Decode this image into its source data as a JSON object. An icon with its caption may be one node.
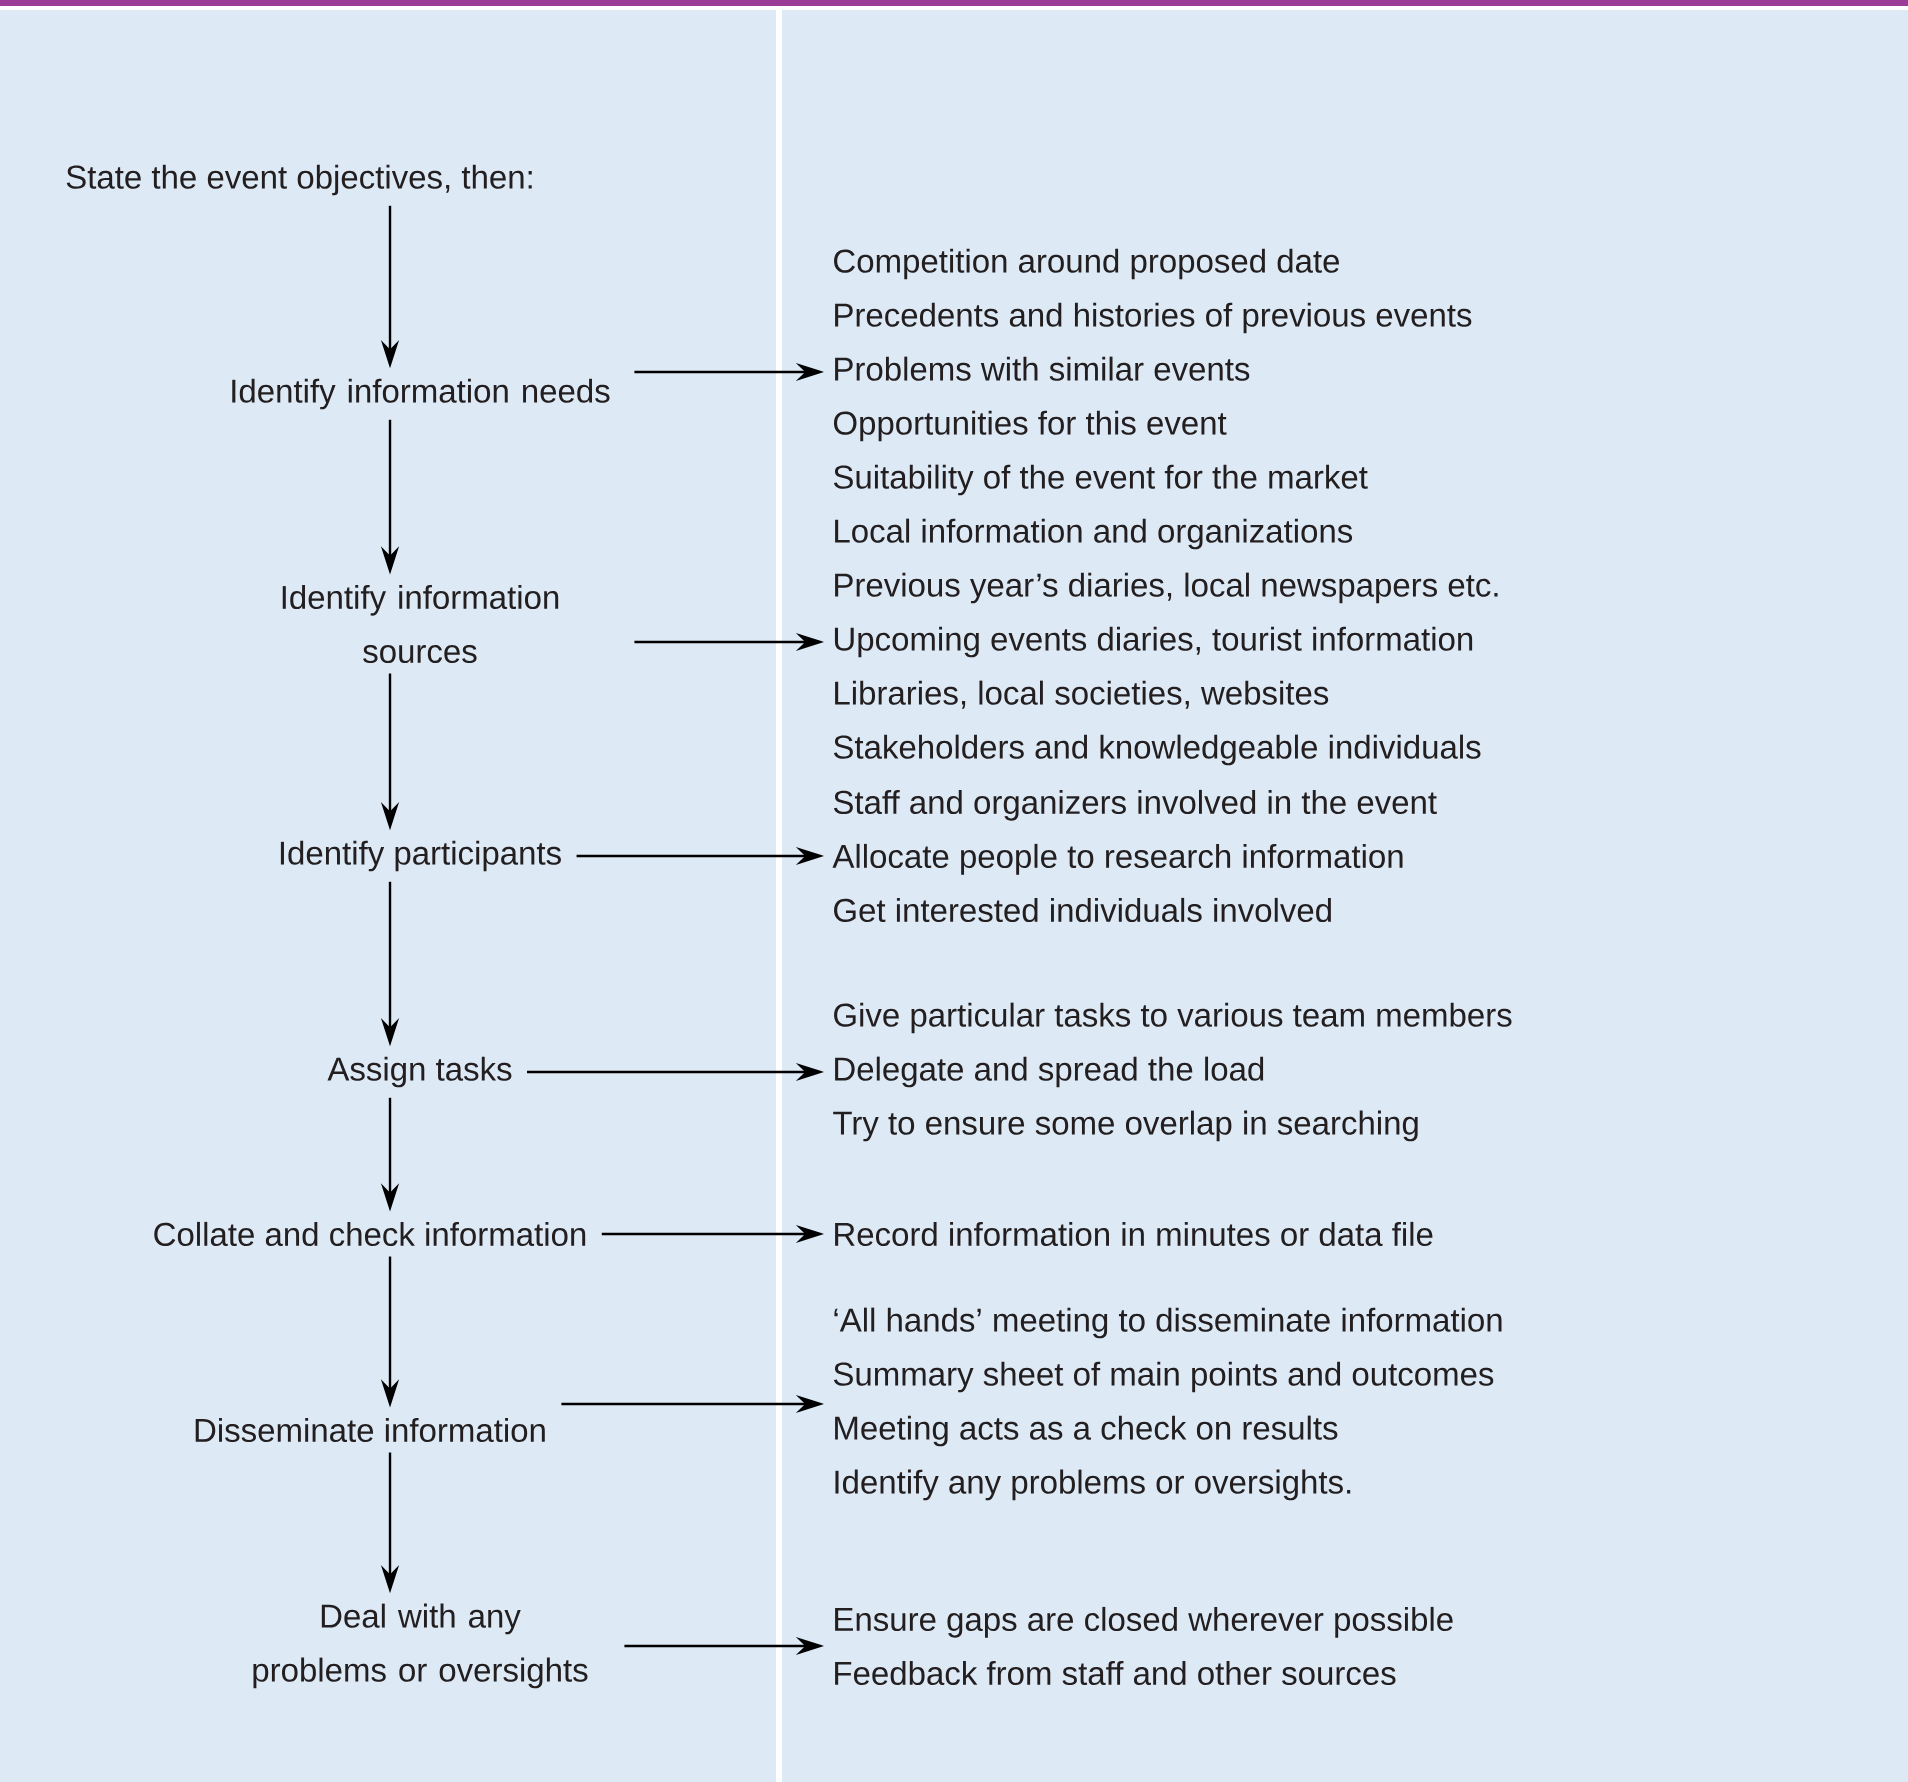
{
  "diagram": {
    "nodes": [
      {
        "text": [
          "State the event objectives, then:"
        ]
      },
      {
        "text": [
          "Identify information needs"
        ]
      },
      {
        "text": [
          "Competition around proposed date",
          "Precedents and histories of previous events",
          "Problems with similar events",
          "Opportunities for this event",
          "Suitability of the event for the market"
        ]
      },
      {
        "text": [
          "Identify information sources"
        ]
      },
      {
        "text": [
          "Local information and organizations",
          "Previous year’s diaries, local newspapers etc.",
          "Upcoming events diaries, tourist information",
          "Libraries, local societies, websites",
          "Stakeholders and knowledgeable individuals"
        ]
      },
      {
        "text": [
          "Identify participants"
        ]
      },
      {
        "text": [
          "Staff and organizers involved in the event",
          "Allocate people to research information",
          "Get interested individuals involved"
        ]
      },
      {
        "text": [
          "Assign tasks"
        ]
      },
      {
        "text": [
          "Give particular tasks to various team members",
          "Delegate and spread the load",
          "Try to ensure some overlap in searching"
        ]
      },
      {
        "text": [
          "Collate and check information"
        ]
      },
      {
        "text": [
          "Record information in minutes or data file"
        ]
      },
      {
        "text": [
          "Disseminate information"
        ]
      },
      {
        "text": [
          "‘All hands’ meeting to disseminate information",
          "Summary sheet of main points and outcomes",
          "Meeting acts as a check on results",
          "Identify any problems or oversights."
        ]
      },
      {
        "text": [
          "Deal with any problems or oversights"
        ]
      },
      {
        "text": [
          "Ensure gaps are closed wherever possible",
          "Feedback from staff and other sources"
        ]
      }
    ],
    "edges": [
      {
        "from": 0,
        "to": 1,
        "arrow": "to"
      },
      {
        "from": 1,
        "to": 3,
        "arrow": "to"
      },
      {
        "from": 3,
        "to": 5,
        "arrow": "to"
      },
      {
        "from": 5,
        "to": 7,
        "arrow": "to"
      },
      {
        "from": 7,
        "to": 9,
        "arrow": "to"
      },
      {
        "from": 9,
        "to": 11,
        "arrow": "to"
      },
      {
        "from": 11,
        "to": 13,
        "arrow": "to"
      },
      {
        "from": 1,
        "to": 2,
        "arrow": "to"
      },
      {
        "from": 3,
        "to": 4,
        "arrow": "to"
      },
      {
        "from": 5,
        "to": 6,
        "arrow": "to"
      },
      {
        "from": 7,
        "to": 8,
        "arrow": "to"
      },
      {
        "from": 9,
        "to": 10,
        "arrow": "to"
      },
      {
        "from": 11,
        "to": 12,
        "arrow": "to"
      },
      {
        "from": 13,
        "to": 14,
        "arrow": "to"
      }
    ]
  }
}
